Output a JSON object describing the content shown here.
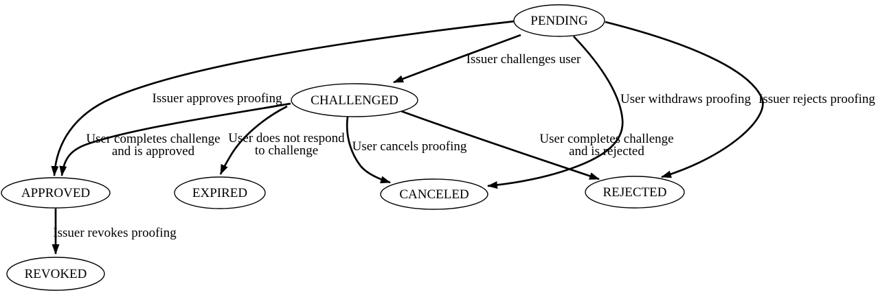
{
  "diagram": {
    "type": "state-machine",
    "background_color": "#ffffff",
    "node_fill_color": "#ffffff",
    "node_border_color": "#000000",
    "edge_color": "#000000",
    "text_color": "#000000",
    "nodes": [
      {
        "id": "pending",
        "label": "PENDING"
      },
      {
        "id": "challenged",
        "label": "CHALLENGED"
      },
      {
        "id": "approved",
        "label": "APPROVED"
      },
      {
        "id": "expired",
        "label": "EXPIRED"
      },
      {
        "id": "canceled",
        "label": "CANCELED"
      },
      {
        "id": "rejected",
        "label": "REJECTED"
      },
      {
        "id": "revoked",
        "label": "REVOKED"
      }
    ],
    "edges": [
      {
        "from": "PENDING",
        "to": "CHALLENGED",
        "label_lines": [
          "Issuer challenges user"
        ]
      },
      {
        "from": "PENDING",
        "to": "APPROVED",
        "label_lines": [
          "Issuer approves proofing"
        ]
      },
      {
        "from": "PENDING",
        "to": "CANCELED",
        "label_lines": [
          "User withdraws proofing"
        ]
      },
      {
        "from": "PENDING",
        "to": "REJECTED",
        "label_lines": [
          "Issuer rejects proofing"
        ]
      },
      {
        "from": "CHALLENGED",
        "to": "APPROVED",
        "label_lines": [
          "User completes challenge",
          "and is approved"
        ]
      },
      {
        "from": "CHALLENGED",
        "to": "EXPIRED",
        "label_lines": [
          "User does not respond",
          "to challenge"
        ]
      },
      {
        "from": "CHALLENGED",
        "to": "CANCELED",
        "label_lines": [
          "User cancels proofing"
        ]
      },
      {
        "from": "CHALLENGED",
        "to": "REJECTED",
        "label_lines": [
          "User completes challenge",
          "and is rejected"
        ]
      },
      {
        "from": "APPROVED",
        "to": "REVOKED",
        "label_lines": [
          "Issuer revokes proofing"
        ]
      }
    ]
  }
}
